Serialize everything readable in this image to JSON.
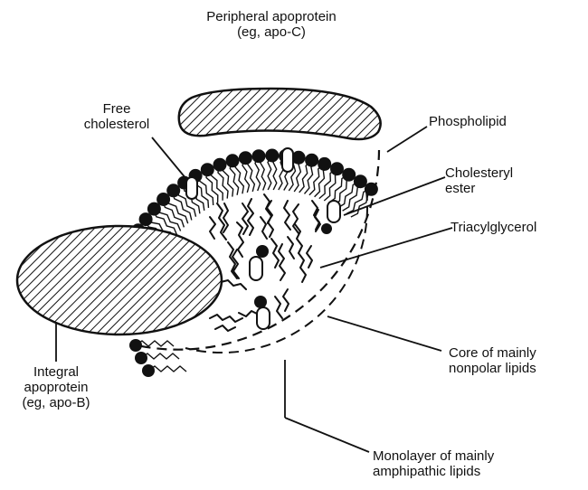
{
  "labels": {
    "peripheral": {
      "line1": "Peripheral apoprotein",
      "line2": "(eg, apo-C)"
    },
    "free_cholesterol": {
      "line1": "Free",
      "line2": "cholesterol"
    },
    "phospholipid": "Phospholipid",
    "cholesteryl_ester": {
      "line1": "Cholesteryl",
      "line2": "ester"
    },
    "triacylglycerol": "Triacylglycerol",
    "core": {
      "line1": "Core of mainly",
      "line2": "nonpolar lipids"
    },
    "integral": {
      "line1": "Integral",
      "line2": "apoprotein",
      "line3": "(eg, apo-B)"
    },
    "monolayer": {
      "line1": "Monolayer of mainly",
      "line2": "amphipathic lipids"
    }
  }
}
